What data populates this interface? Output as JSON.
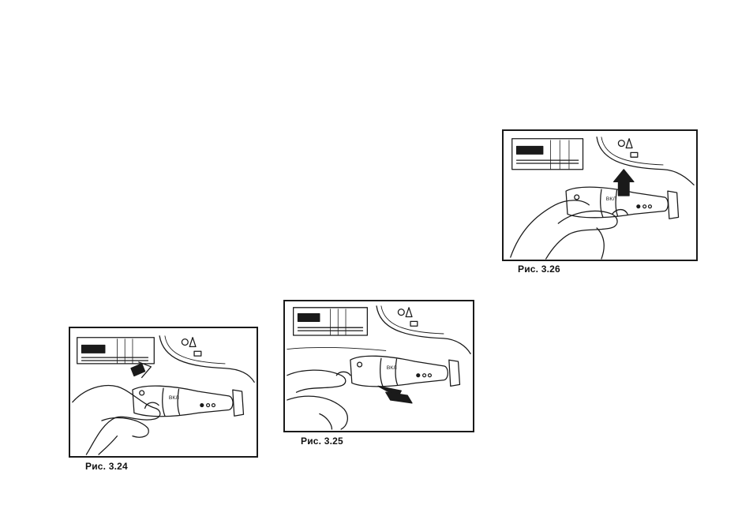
{
  "page": {
    "background": "#ffffff",
    "ink": "#1a1a1a"
  },
  "figures": [
    {
      "caption": "Рис. 3.24",
      "icon": "turn-signal-stalk-illustration"
    },
    {
      "caption": "Рис. 3.25",
      "icon": "turn-signal-stalk-illustration"
    },
    {
      "caption": "Рис. 3.26",
      "icon": "turn-signal-stalk-illustration"
    }
  ]
}
